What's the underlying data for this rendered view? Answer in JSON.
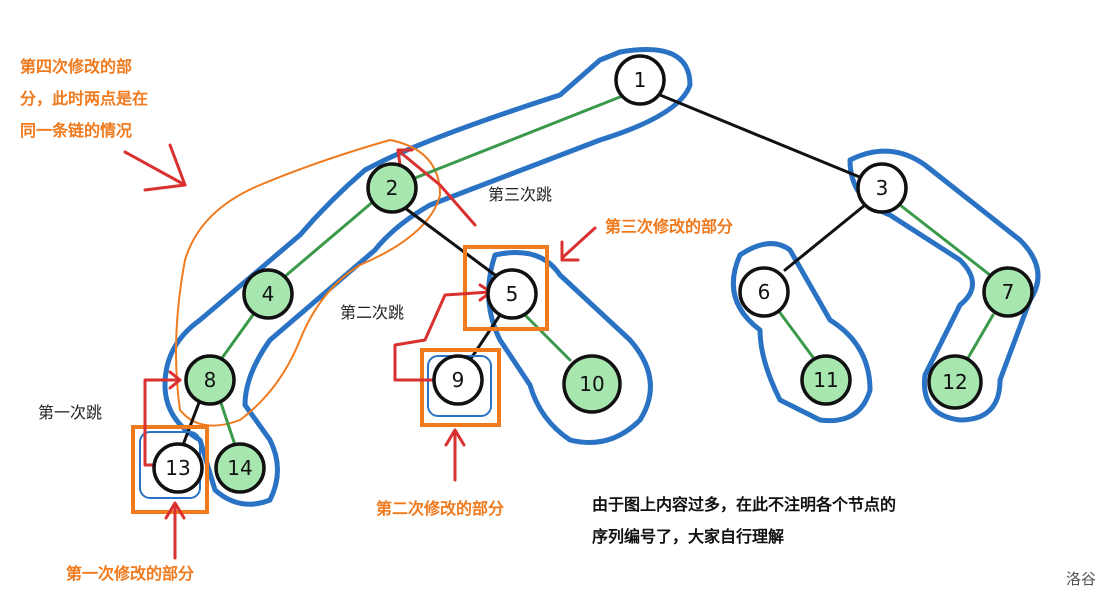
{
  "nodes": [
    {
      "id": "1",
      "label": "1",
      "fill": "#ffffff"
    },
    {
      "id": "2",
      "label": "2",
      "fill": "#a8e6b0"
    },
    {
      "id": "3",
      "label": "3",
      "fill": "#ffffff"
    },
    {
      "id": "4",
      "label": "4",
      "fill": "#a8e6b0"
    },
    {
      "id": "5",
      "label": "5",
      "fill": "#ffffff"
    },
    {
      "id": "6",
      "label": "6",
      "fill": "#ffffff"
    },
    {
      "id": "7",
      "label": "7",
      "fill": "#a8e6b0"
    },
    {
      "id": "8",
      "label": "8",
      "fill": "#a8e6b0"
    },
    {
      "id": "9",
      "label": "9",
      "fill": "#ffffff"
    },
    {
      "id": "10",
      "label": "10",
      "fill": "#a8e6b0"
    },
    {
      "id": "11",
      "label": "11",
      "fill": "#a8e6b0"
    },
    {
      "id": "12",
      "label": "12",
      "fill": "#a8e6b0"
    },
    {
      "id": "13",
      "label": "13",
      "fill": "#ffffff"
    },
    {
      "id": "14",
      "label": "14",
      "fill": "#a8e6b0"
    }
  ],
  "edges": [
    {
      "from": "1",
      "to": "2",
      "kind": "heavy"
    },
    {
      "from": "1",
      "to": "3",
      "kind": "light"
    },
    {
      "from": "2",
      "to": "4",
      "kind": "heavy"
    },
    {
      "from": "2",
      "to": "5",
      "kind": "light"
    },
    {
      "from": "4",
      "to": "8",
      "kind": "heavy"
    },
    {
      "from": "8",
      "to": "13",
      "kind": "light"
    },
    {
      "from": "8",
      "to": "14",
      "kind": "heavy"
    },
    {
      "from": "5",
      "to": "9",
      "kind": "light"
    },
    {
      "from": "5",
      "to": "10",
      "kind": "heavy"
    },
    {
      "from": "3",
      "to": "6",
      "kind": "light"
    },
    {
      "from": "3",
      "to": "7",
      "kind": "heavy"
    },
    {
      "from": "6",
      "to": "11",
      "kind": "heavy"
    },
    {
      "from": "7",
      "to": "12",
      "kind": "heavy"
    }
  ],
  "colors": {
    "heavy_edge": "#3a9a4a",
    "light_edge": "#111111",
    "chain_outline": "#2a72c4",
    "highlight_box": "#f07a1e",
    "arrow": "#d93030",
    "orange_text": "#f07a1e"
  },
  "annotations": {
    "fourth_change": [
      "第四次修改的部",
      "分，此时两点是在",
      "同一条链的情况"
    ],
    "third_jump": "第三次跳",
    "third_change": "第三次修改的部分",
    "second_jump": "第二次跳",
    "first_jump": "第一次跳",
    "second_change": "第二次修改的部分",
    "first_change": "第一次修改的部分",
    "note": [
      "由于图上内容过多，在此不注明各个节点的",
      "序列编号了，大家自行理解"
    ],
    "watermark": "洛谷"
  }
}
